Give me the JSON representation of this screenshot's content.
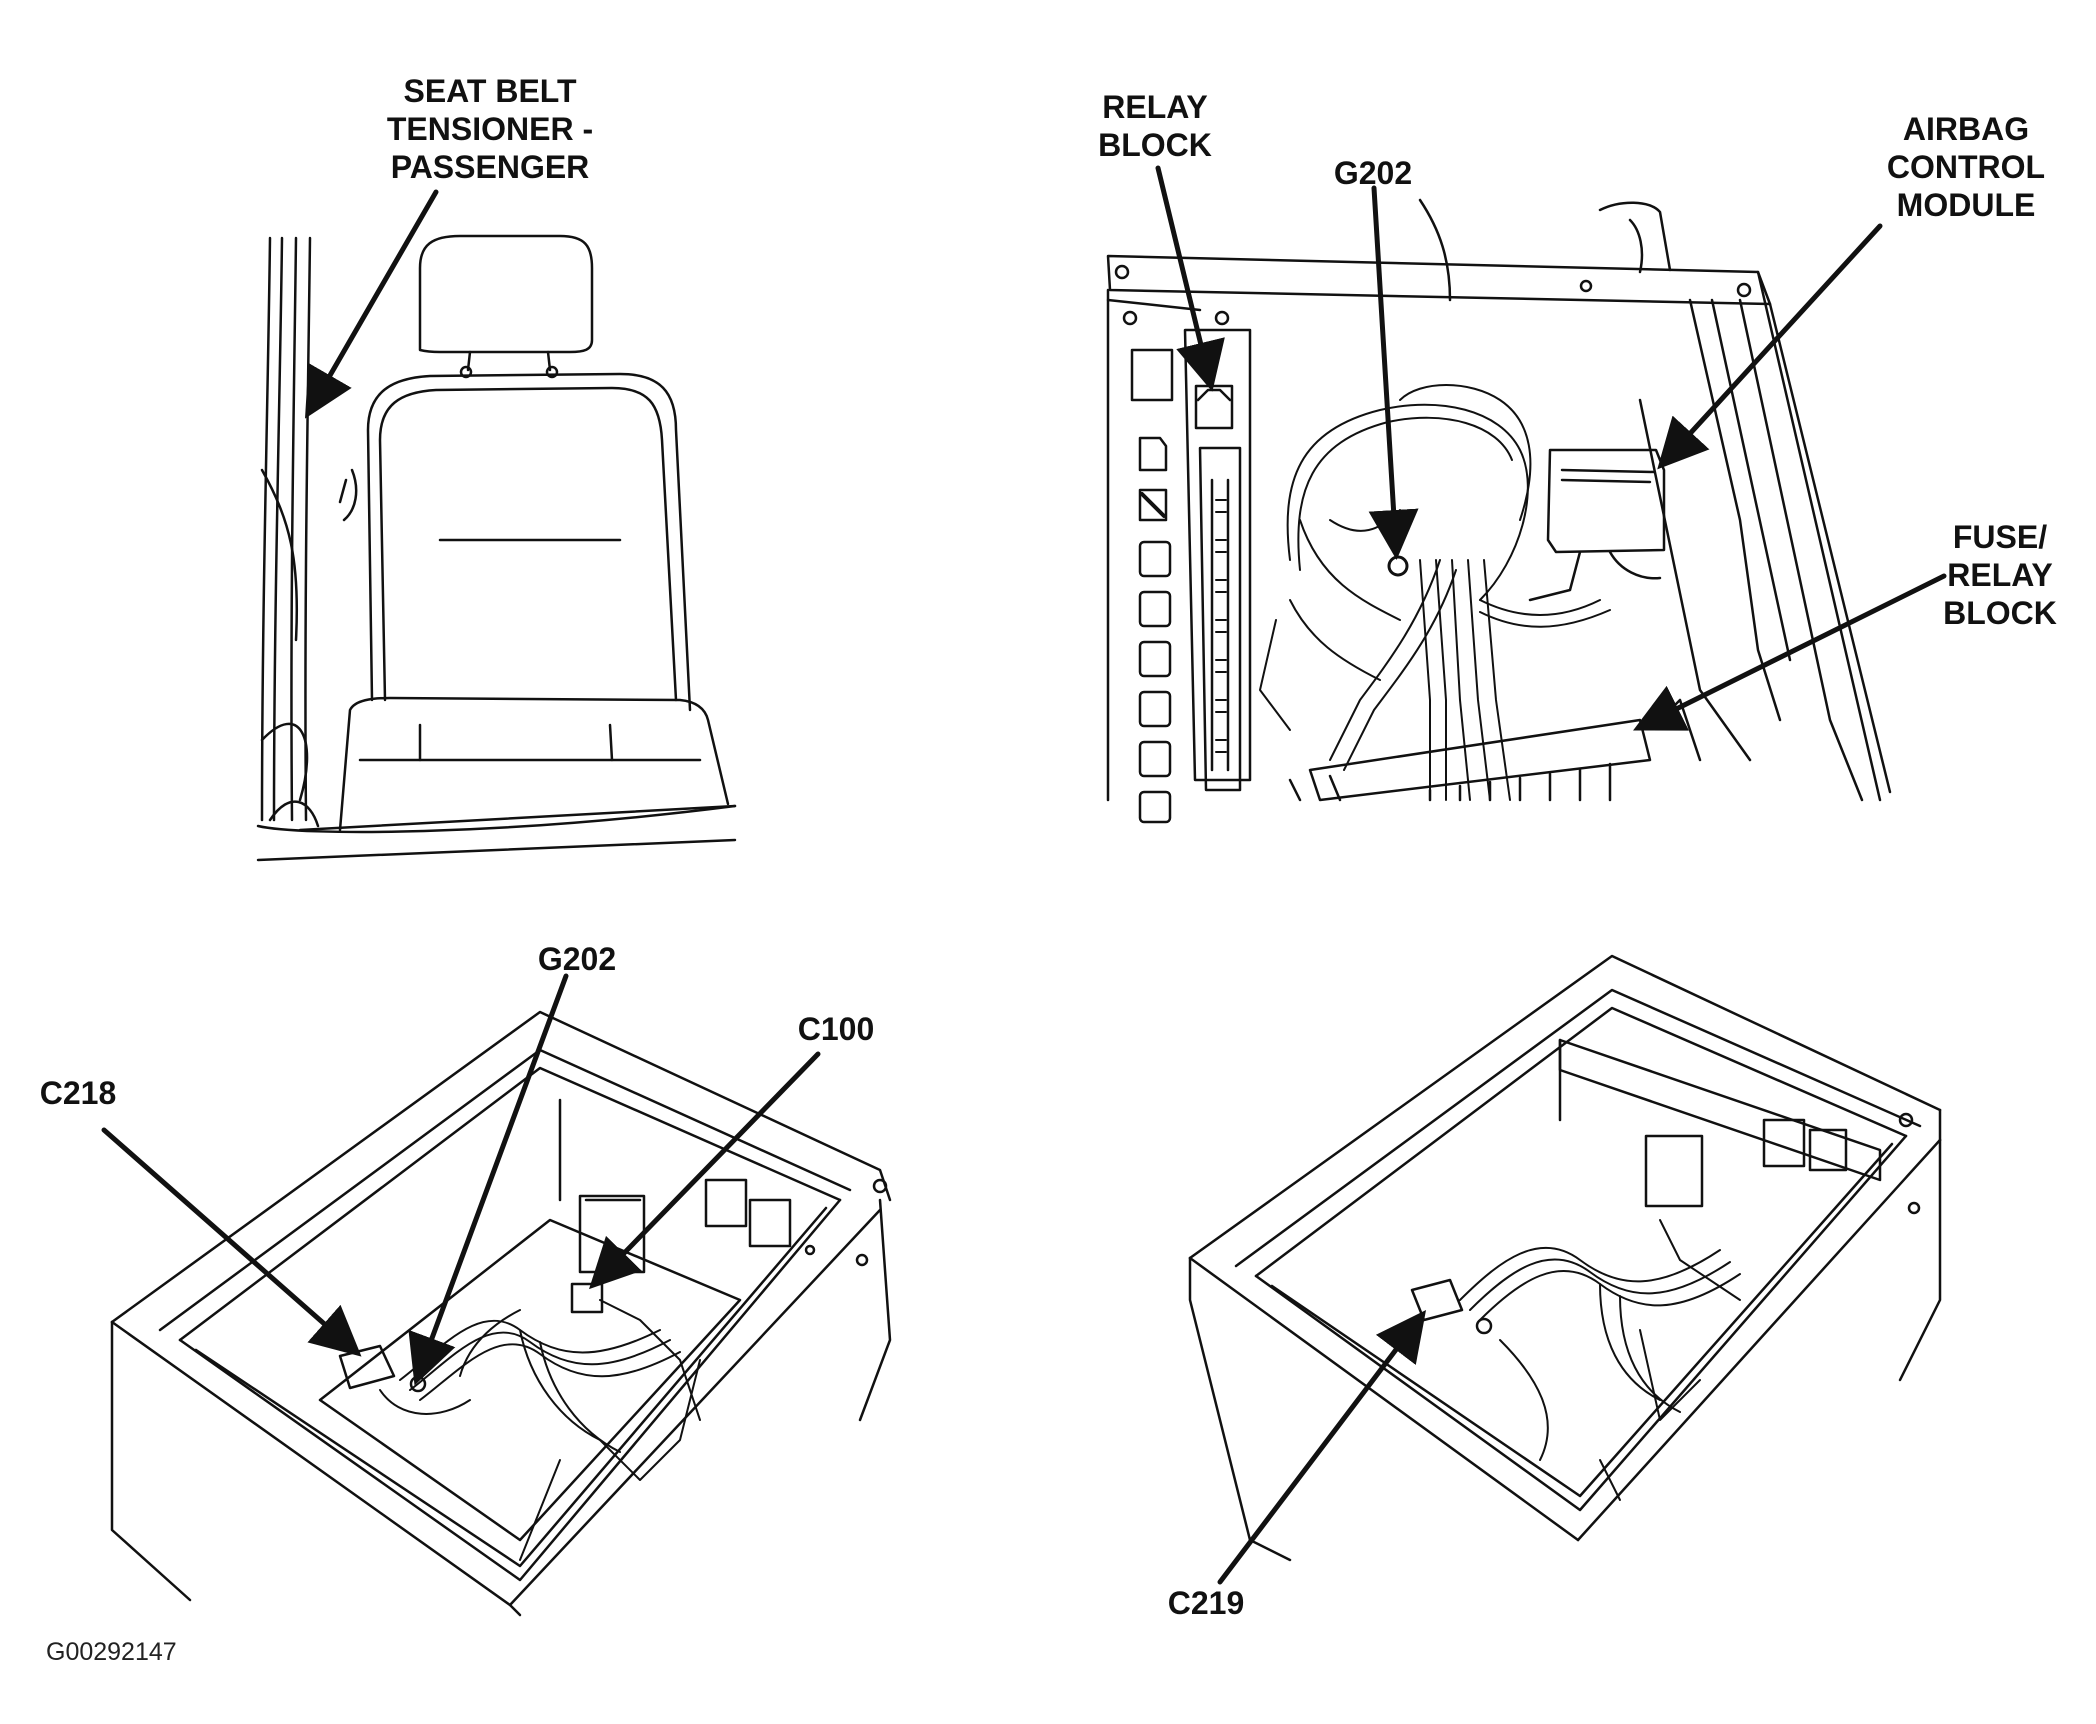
{
  "figure_id": "G00292147",
  "panels": {
    "seat": {
      "labels": {
        "seat_belt_tensioner": "SEAT BELT\nTENSIONER -\nPASSENGER"
      }
    },
    "under_seat_top": {
      "labels": {
        "relay_block": "RELAY\nBLOCK",
        "g202": "G202",
        "airbag_control_module": "AIRBAG\nCONTROL\nMODULE",
        "fuse_relay_block": "FUSE/\nRELAY\nBLOCK"
      }
    },
    "tray_left": {
      "labels": {
        "c218": "C218",
        "g202": "G202",
        "c100": "C100"
      }
    },
    "tray_right": {
      "labels": {
        "c219": "C219"
      }
    }
  },
  "colors": {
    "line": "#111111",
    "background": "#ffffff"
  }
}
